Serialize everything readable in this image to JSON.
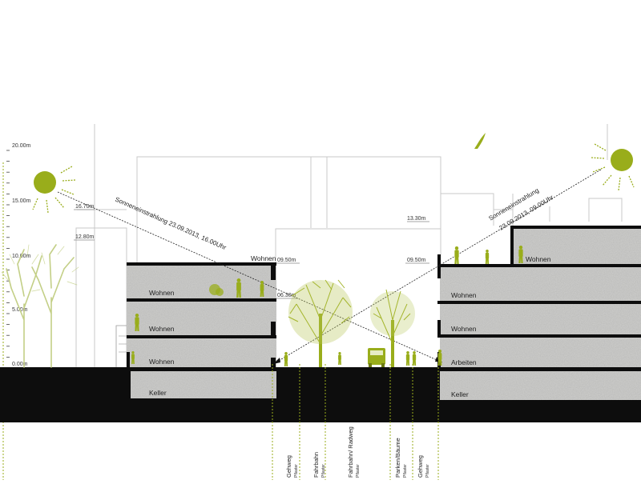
{
  "scale_labels": {
    "m20": "20.00m",
    "m15": "15.00m",
    "m10": "10.00m",
    "m5": "5.00m",
    "m0": "0.00m"
  },
  "height_labels": {
    "left_1670": "16.70m",
    "left_1280": "12.80m",
    "mid_0950": "09.50m",
    "mid_0630": "06.30m",
    "right_1330": "13.30m",
    "right_0950": "09.50m"
  },
  "rooms": {
    "left_top": "Wohnen",
    "left_mid": "Wohnen",
    "left_ground": "Wohnen",
    "left_basement": "Keller",
    "center_roof": "Wohnen",
    "right_roof": "Wohnen",
    "right_1": "Wohnen",
    "right_2": "Wohnen",
    "right_ground": "Arbeiten",
    "right_basement": "Keller"
  },
  "sun_rays": {
    "left_line1": "Sonneneinstrahlung 23.09.2013, 16.00Uhr",
    "right_line1": "Sonneneinstrahlung",
    "right_line2": "23.09.2013, 09.00Uhr"
  },
  "street_zones": [
    {
      "name": "Gehweg",
      "sub": "Pflaster"
    },
    {
      "name": "Fahrbahn",
      "sub": "Pflaster"
    },
    {
      "name": "Fahrbahn/ Radweg",
      "sub": "Pflaster"
    },
    {
      "name": "Parken/Bäume",
      "sub": "Pflaster"
    },
    {
      "name": "Gehweg",
      "sub": "Pflaster"
    }
  ],
  "colors": {
    "accent_green": "#99ad1b",
    "concrete": "#cfcfcd",
    "ground": "#0d0d0d",
    "outline": "#bdbdbd"
  },
  "icons": [
    "sun-icon",
    "bird-icon",
    "tree-icon",
    "person-icon",
    "car-icon"
  ]
}
